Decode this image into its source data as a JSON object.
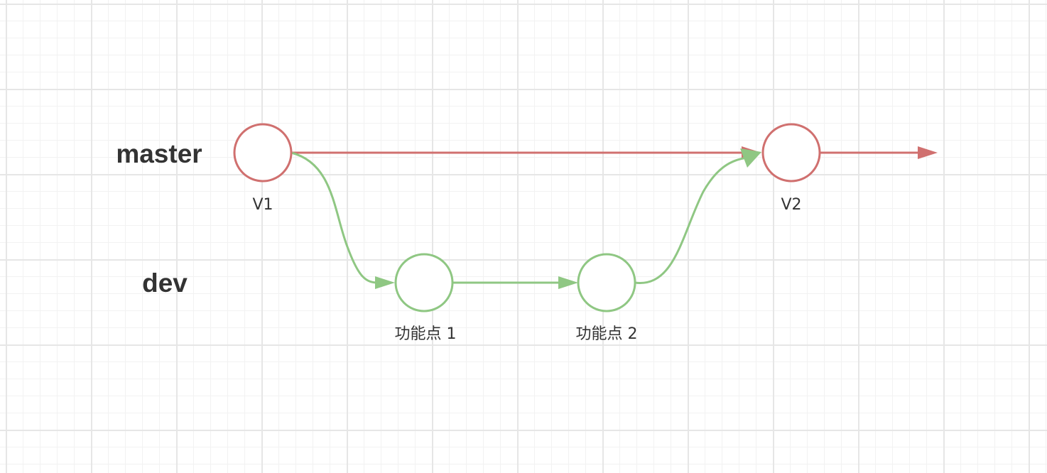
{
  "branches": {
    "master": "master",
    "dev": "dev"
  },
  "nodes": {
    "v1": "V1",
    "v2": "V2",
    "feature1": "功能点 1",
    "feature2": "功能点 2"
  },
  "colors": {
    "master": "#d0706f",
    "dev": "#8fc783",
    "grid_major": "#e6e6e6",
    "grid_minor": "#f2f2f2"
  }
}
